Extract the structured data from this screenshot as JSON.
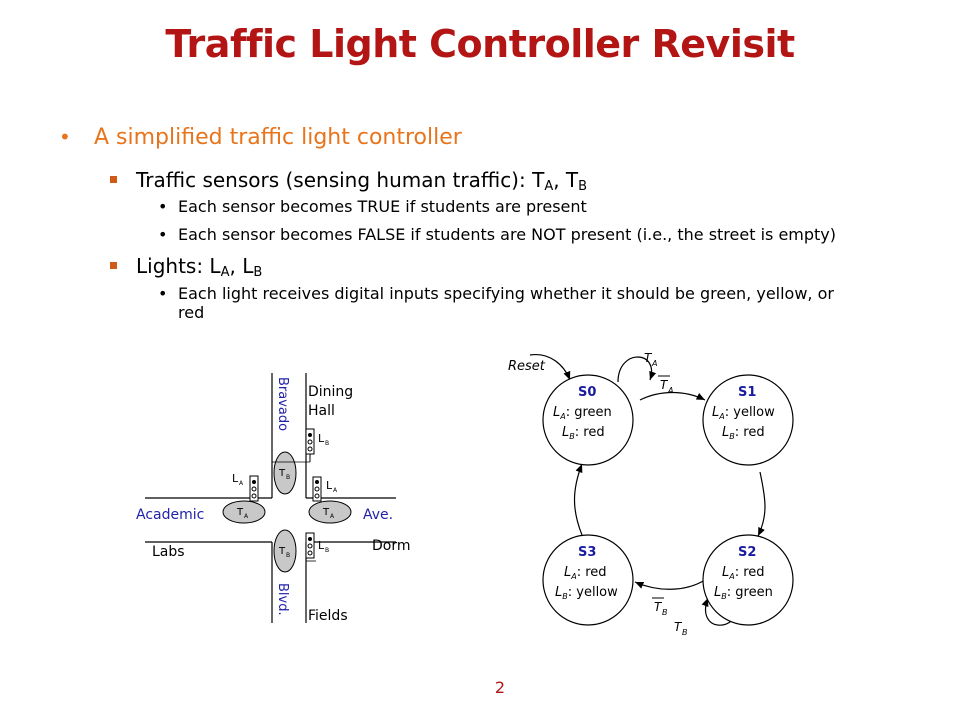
{
  "title": "Traffic Light Controller Revisit",
  "bullet1": "A simplified traffic light controller",
  "sub1": {
    "prefix": "Traffic sensors (sensing human traffic): T",
    "s1": "A",
    "mid": ", T",
    "s2": "B"
  },
  "sub1_items": [
    "Each sensor becomes TRUE if students are present",
    "Each sensor becomes FALSE if students are NOT present (i.e., the street is empty)"
  ],
  "sub2": {
    "prefix": "Lights: L",
    "s1": "A",
    "mid": ", L",
    "s2": "B"
  },
  "sub2_item_line1": "Each light receives digital inputs specifying whether it should be green, yellow, or",
  "sub2_item_line2": "red",
  "map": {
    "street_vertical_top": "Bravado",
    "street_vertical_bottom": "Blvd.",
    "street_horizontal_left": "Academic",
    "street_horizontal_right": "Ave.",
    "nw": "",
    "ne_line1": "Dining",
    "ne_line2": "Hall",
    "sw": "Labs",
    "se": "Dorms",
    "s": "Fields",
    "light_A": "L",
    "light_B": "L",
    "sensor_A": "T",
    "sensor_B": "T",
    "sub_A": "A",
    "sub_B": "B"
  },
  "fsm": {
    "reset": "Reset",
    "states": [
      {
        "id": "S0",
        "la": "green",
        "lb": "red"
      },
      {
        "id": "S1",
        "la": "yellow",
        "lb": "red"
      },
      {
        "id": "S2",
        "la": "red",
        "lb": "green"
      },
      {
        "id": "S3",
        "la": "red",
        "lb": "yellow"
      }
    ],
    "L": "L",
    "T": "T",
    "A": "A",
    "B": "B"
  },
  "page_number": "2",
  "colors": {
    "title": "#b31414",
    "level1": "#e8741c",
    "street_label": "#2222aa"
  }
}
